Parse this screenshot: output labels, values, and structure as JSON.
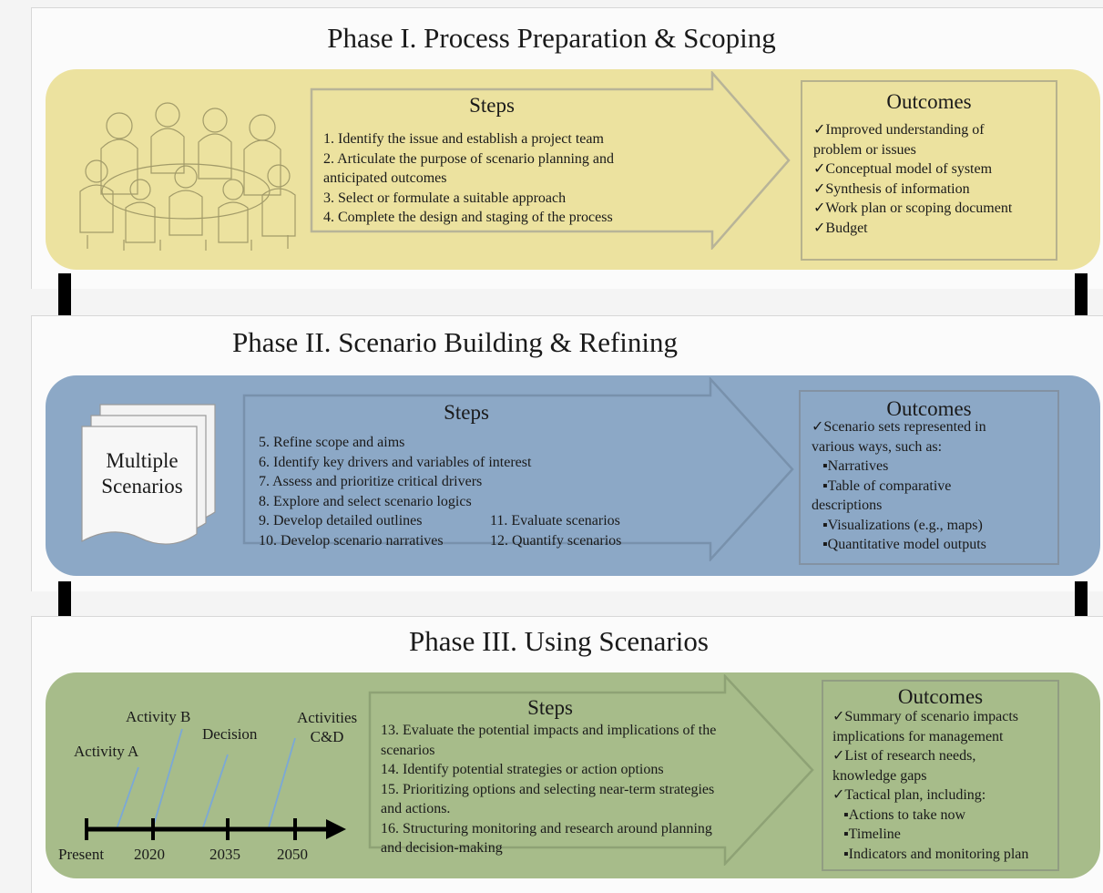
{
  "phase1": {
    "title": "Phase I. Process Preparation & Scoping",
    "steps_title": "Steps",
    "steps": [
      "1. Identify the issue and establish a project team",
      "2. Articulate the purpose of scenario planning and",
      "anticipated outcomes",
      "3. Select or formulate a suitable approach",
      "4. Complete the design and staging of the process"
    ],
    "outcomes_title": "Outcomes",
    "outcomes": [
      "✓Improved understanding of",
      "problem or issues",
      "✓Conceptual model of system",
      "✓Synthesis of information",
      "✓Work plan or scoping document",
      "✓Budget"
    ]
  },
  "phase2": {
    "title": "Phase II. Scenario Building & Refining",
    "icon_label": [
      "Multiple",
      "Scenarios"
    ],
    "steps_title": "Steps",
    "steps": [
      "5. Refine scope and aims",
      "6. Identify key drivers and variables of interest",
      "7. Assess and prioritize critical drivers",
      "8. Explore and select scenario logics"
    ],
    "steps_two_col": [
      [
        "9. Develop detailed outlines",
        "11. Evaluate scenarios"
      ],
      [
        "10. Develop scenario narratives",
        "12. Quantify scenarios"
      ]
    ],
    "outcomes_title": "Outcomes",
    "outcomes": [
      "✓Scenario sets represented in",
      "various ways, such as:",
      "▪Narratives",
      "▪Table of comparative",
      "descriptions",
      "▪Visualizations (e.g., maps)",
      "▪Quantitative model outputs"
    ]
  },
  "phase3": {
    "title": "Phase III. Using Scenarios",
    "timeline": {
      "ticks": [
        "Present",
        "2020",
        "2035",
        "2050"
      ],
      "activities": [
        "Activity A",
        "Activity B",
        "Decision",
        "Activities",
        "C&D"
      ]
    },
    "steps_title": "Steps",
    "steps": [
      "13. Evaluate the potential impacts and implications of the",
      "scenarios",
      "14. Identify potential strategies or action options",
      "15. Prioritizing options and selecting near-term strategies",
      "and actions.",
      "16. Structuring monitoring and research around planning",
      "and decision-making"
    ],
    "outcomes_title": "Outcomes",
    "outcomes": [
      "✓Summary of scenario impacts",
      "implications for management",
      "✓List of research needs,",
      "knowledge gaps",
      "✓Tactical plan, including:",
      "▪Actions to take now",
      "▪Timeline",
      "▪Indicators and monitoring plan"
    ]
  },
  "colors": {
    "phase1_fill": "#ece29f",
    "phase2_fill": "#8ca8c6",
    "phase3_fill": "#a7bc8a"
  },
  "icons": [
    "people-sketch-icon",
    "stacked-pages-icon",
    "timeline-icon",
    "down-arrow-icon"
  ]
}
